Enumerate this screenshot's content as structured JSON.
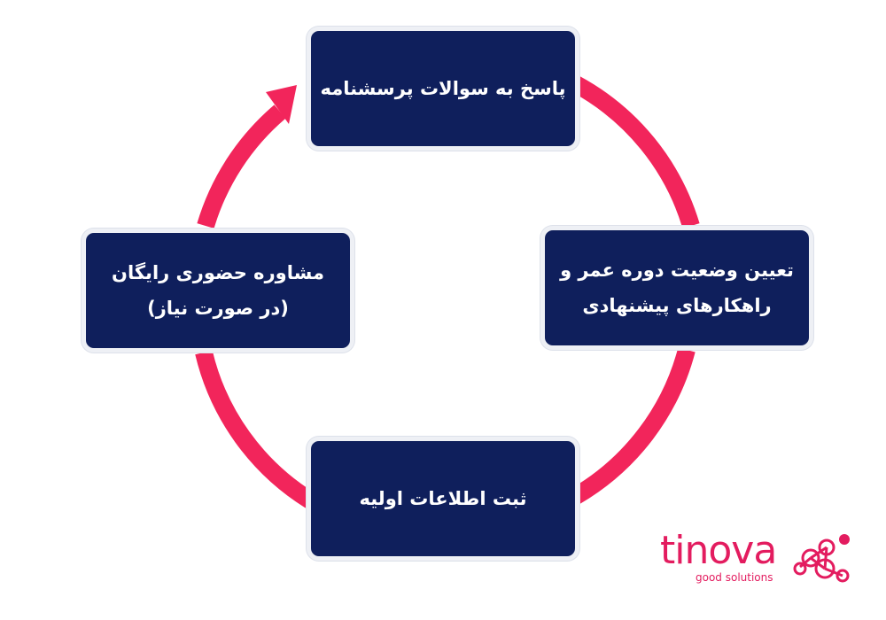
{
  "steps": [
    {
      "id": "top",
      "lines": [
        "پاسخ به سوالات پرسشنامه"
      ]
    },
    {
      "id": "right",
      "lines": [
        "تعیین وضعیت دوره عمر و",
        "راهکارهای پیشنهادی"
      ]
    },
    {
      "id": "bottom",
      "lines": [
        "ثبت اطلاعات اولیه"
      ]
    },
    {
      "id": "left",
      "lines": [
        "مشاوره حضوری رایگان",
        "(در صورت نیاز)"
      ]
    }
  ],
  "logo": {
    "word": "tinova",
    "tagline": "good solutions"
  },
  "colors": {
    "box": "#0f1f5c",
    "ring": "#f2255b",
    "logo": "#e31c5f"
  }
}
